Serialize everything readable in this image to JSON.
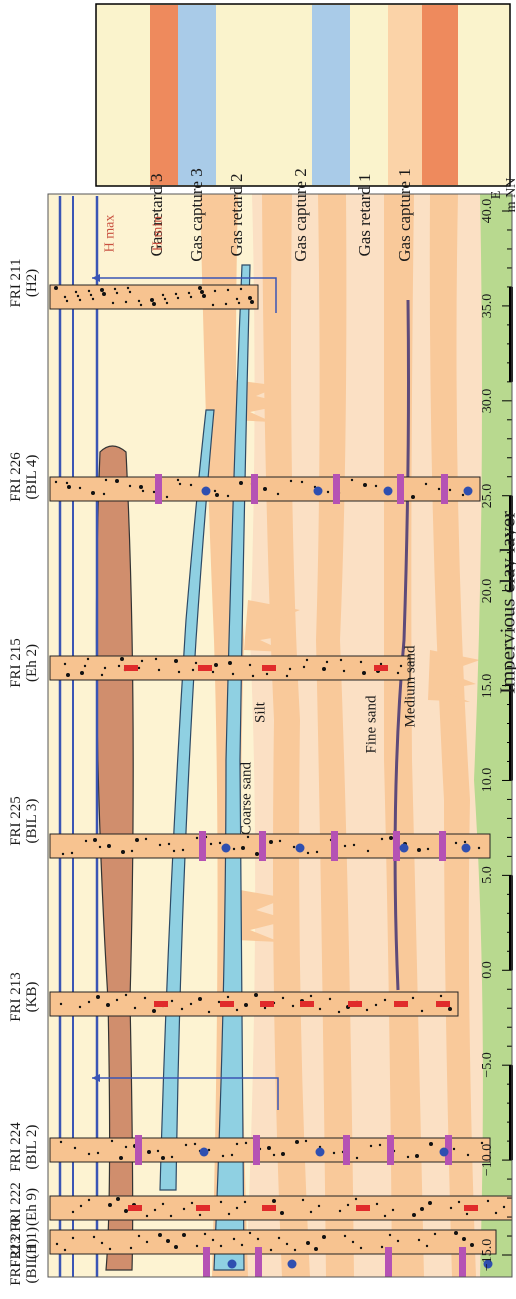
{
  "legend": {
    "bands": [
      {
        "label": "Gas retard 3",
        "color": "#ee8a5d"
      },
      {
        "label": "Gas capture 3",
        "color": "#a9cbe8"
      },
      {
        "label": "Gas retard 2",
        "color": "#faf3cc"
      },
      {
        "label": "Gas capture 2",
        "color": "#a9cbe8"
      },
      {
        "label": "Gas retard 1",
        "color": "#fbd3a8"
      },
      {
        "label": "Gas capture 1",
        "color": "#ee8a5d"
      }
    ],
    "items": [
      {
        "label": "Gas retard 3"
      },
      {
        "label": "Gas capture 3"
      },
      {
        "label": "Gas retard 2"
      },
      {
        "label": "Gas capture 2"
      },
      {
        "label": "Gas retard 1"
      },
      {
        "label": "Gas capture 1"
      }
    ]
  },
  "axis": {
    "title_line1": "E",
    "title_line2": "m NN",
    "ticks": [
      "40.0",
      "35.0",
      "30.0",
      "25.0",
      "20.0",
      "15.0",
      "10.0",
      "5.0",
      "0.0",
      "−5.0",
      "−10.0",
      "−15.0"
    ]
  },
  "water_levels": {
    "hmax_label": "H max",
    "hmin_label": "H min"
  },
  "boreholes": [
    {
      "id": "FRI 211",
      "code": "(H2)"
    },
    {
      "id": "FRI 226",
      "code": "(BIL 4)"
    },
    {
      "id": "FRI 215",
      "code": "(Eh 2)"
    },
    {
      "id": "FRI 225",
      "code": "(BIL 3)"
    },
    {
      "id": "FRI 213",
      "code": "(KB)"
    },
    {
      "id": "FRI 224",
      "code": "(BIL 2)"
    },
    {
      "id": "FRI 222",
      "code": "(Eh 9)"
    },
    {
      "id": "FRI 210",
      "code": "(H 1)"
    },
    {
      "id": "FRI 223",
      "code": "(BIL 1)"
    }
  ],
  "layers": {
    "coarse_sand": "Coarse sand",
    "silt": "Silt",
    "fine_sand": "Fine sand",
    "medium_sand": "Medium sand",
    "clay": "Impervious clay layer"
  },
  "colors": {
    "sand_light": "#fbe0c4",
    "sand_medium": "#f9c99a",
    "coarse": "#fdf5d4",
    "silt": "#8fd0e2",
    "clay": "#b8d98f",
    "gravel_lens": "#d08e6d",
    "water_line": "#3a55b5",
    "marker": "#b552b4",
    "sampler": "#e02b2b"
  }
}
